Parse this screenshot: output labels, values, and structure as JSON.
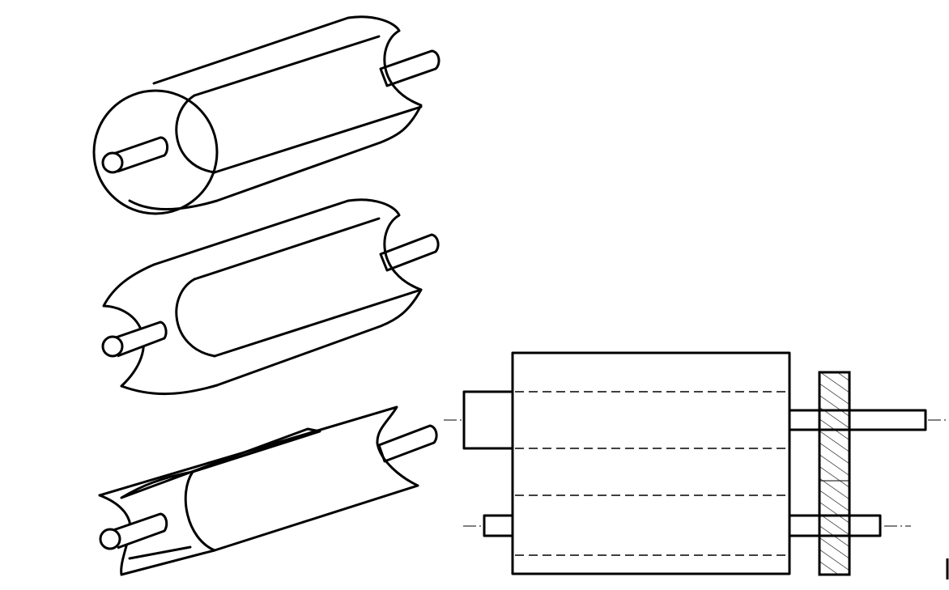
{
  "diagram": {
    "views": [
      {
        "name": "roller-full-isometric"
      },
      {
        "name": "roller-double-groove-isometric"
      },
      {
        "name": "roller-cut-isometric"
      },
      {
        "name": "roller-assembly-front-view"
      }
    ],
    "colors": {
      "line": "#000000",
      "background": "#ffffff"
    }
  }
}
